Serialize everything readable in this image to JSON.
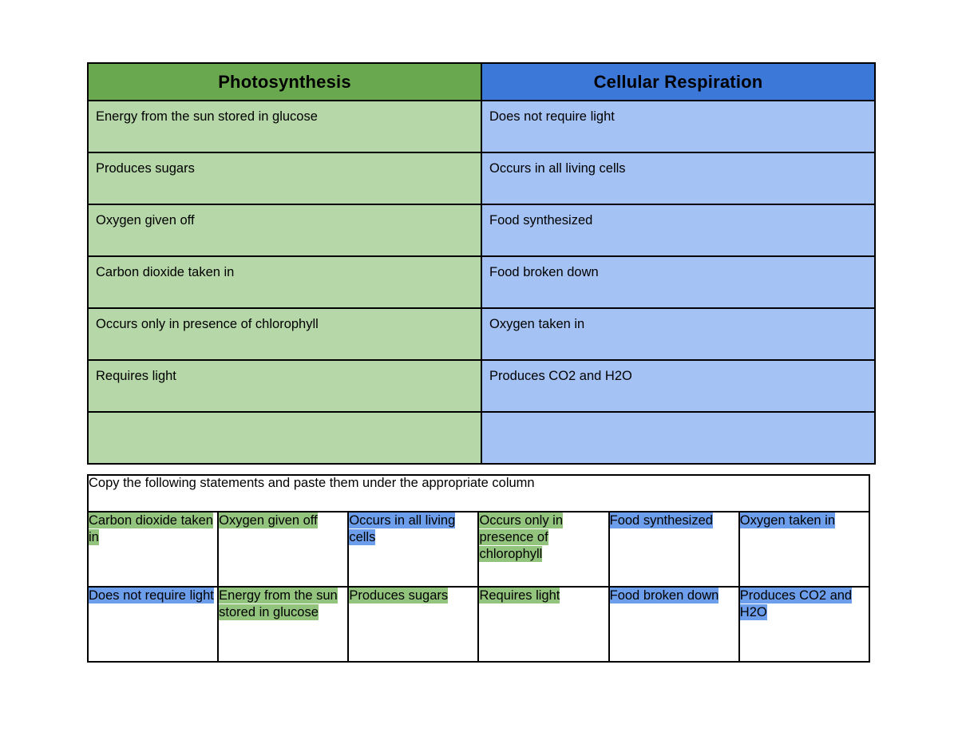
{
  "comparison_table": {
    "headers": [
      {
        "label": "Photosynthesis",
        "color": "#6aa84f"
      },
      {
        "label": "Cellular Respiration",
        "color": "#3c78d8"
      }
    ],
    "body_colors": {
      "left": "#b6d7a8",
      "right": "#a4c2f4"
    },
    "rows": [
      {
        "photosynthesis": "Energy from the sun stored in glucose",
        "cellular_respiration": "Does not require light"
      },
      {
        "photosynthesis": "Produces sugars",
        "cellular_respiration": "Occurs in all living cells"
      },
      {
        "photosynthesis": "Oxygen given off",
        "cellular_respiration": "Food synthesized"
      },
      {
        "photosynthesis": "Carbon dioxide taken in",
        "cellular_respiration": "Food broken down"
      },
      {
        "photosynthesis": "Occurs only in presence of chlorophyll",
        "cellular_respiration": "Oxygen taken in"
      },
      {
        "photosynthesis": "Requires light",
        "cellular_respiration": "Produces CO2 and H2O"
      },
      {
        "photosynthesis": "",
        "cellular_respiration": ""
      }
    ]
  },
  "statements_table": {
    "instruction": "Copy the following statements and paste them under the appropriate column",
    "highlight_colors": {
      "green": "#93c47d",
      "blue": "#6d9eeb"
    },
    "rows": [
      [
        {
          "text": "Carbon dioxide taken in",
          "highlight": "green"
        },
        {
          "text": "Oxygen given off",
          "highlight": "green"
        },
        {
          "text": "Occurs in all living cells",
          "highlight": "blue"
        },
        {
          "text": "Occurs only in presence of chlorophyll",
          "highlight": "green"
        },
        {
          "text": "Food synthesized",
          "highlight": "blue"
        },
        {
          "text": "Oxygen taken in",
          "highlight": "blue"
        }
      ],
      [
        {
          "text": "Does not require light",
          "highlight": "blue"
        },
        {
          "text": "Energy from the sun stored in glucose",
          "highlight": "green"
        },
        {
          "text": "Produces sugars",
          "highlight": "green"
        },
        {
          "text": "Requires light",
          "highlight": "green"
        },
        {
          "text": "Food broken down",
          "highlight": "blue"
        },
        {
          "text": "Produces CO2 and H2O",
          "highlight": "blue"
        }
      ]
    ]
  }
}
